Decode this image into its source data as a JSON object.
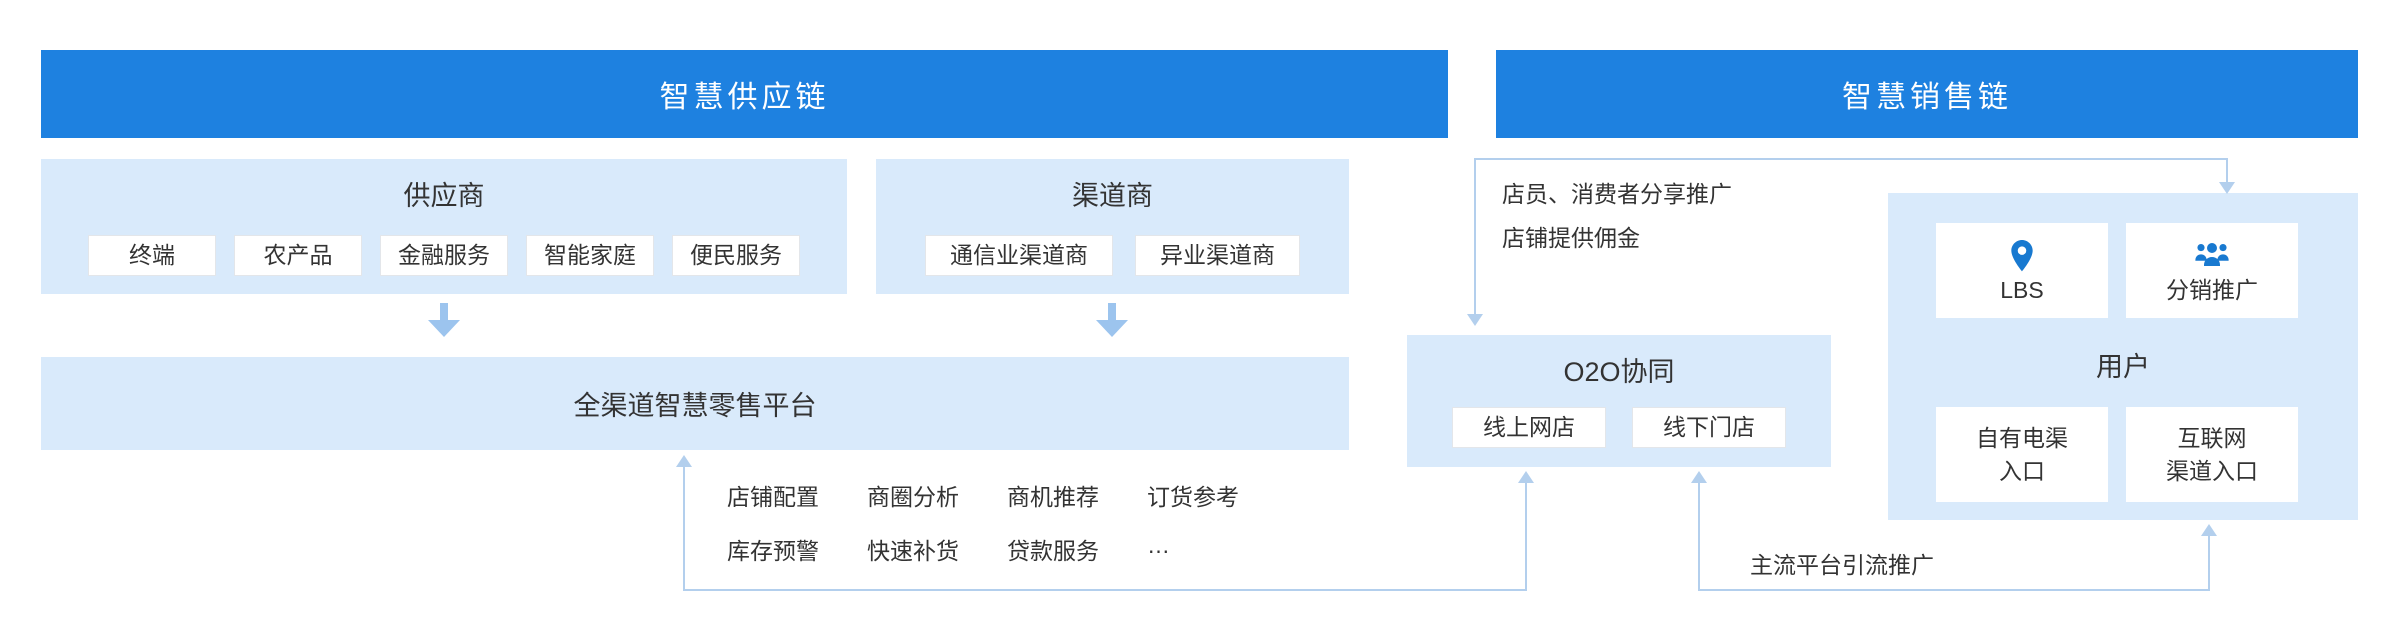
{
  "colors": {
    "header_blue": "#1e81e0",
    "panel_blue": "#d9eafb",
    "line_blue": "#b3cfed",
    "arrow_blue": "#9cc4ee",
    "icon_blue": "#1879d0"
  },
  "headers": {
    "supply": "智慧供应链",
    "sales": "智慧销售链"
  },
  "supplier": {
    "title": "供应商",
    "items": [
      "终端",
      "农产品",
      "金融服务",
      "智能家庭",
      "便民服务"
    ]
  },
  "channel": {
    "title": "渠道商",
    "items": [
      "通信业渠道商",
      "异业渠道商"
    ]
  },
  "platform": {
    "title": "全渠道智慧零售平台"
  },
  "features": {
    "row1": [
      "店铺配置",
      "商圈分析",
      "商机推荐",
      "订货参考"
    ],
    "row2": [
      "库存预警",
      "快速补货",
      "贷款服务",
      "…"
    ]
  },
  "o2o": {
    "title": "O2O协同",
    "items": [
      "线上网店",
      "线下门店"
    ]
  },
  "share_note": {
    "line1": "店员、消费者分享推广",
    "line2": "店铺提供佣金"
  },
  "users": {
    "title": "用户",
    "lbs_label": "LBS",
    "promo_label": "分销推广",
    "own_channel_line1": "自有电渠",
    "own_channel_line2": "入口",
    "internet_channel_line1": "互联网",
    "internet_channel_line2": "渠道入口"
  },
  "traffic_note": "主流平台引流推广"
}
